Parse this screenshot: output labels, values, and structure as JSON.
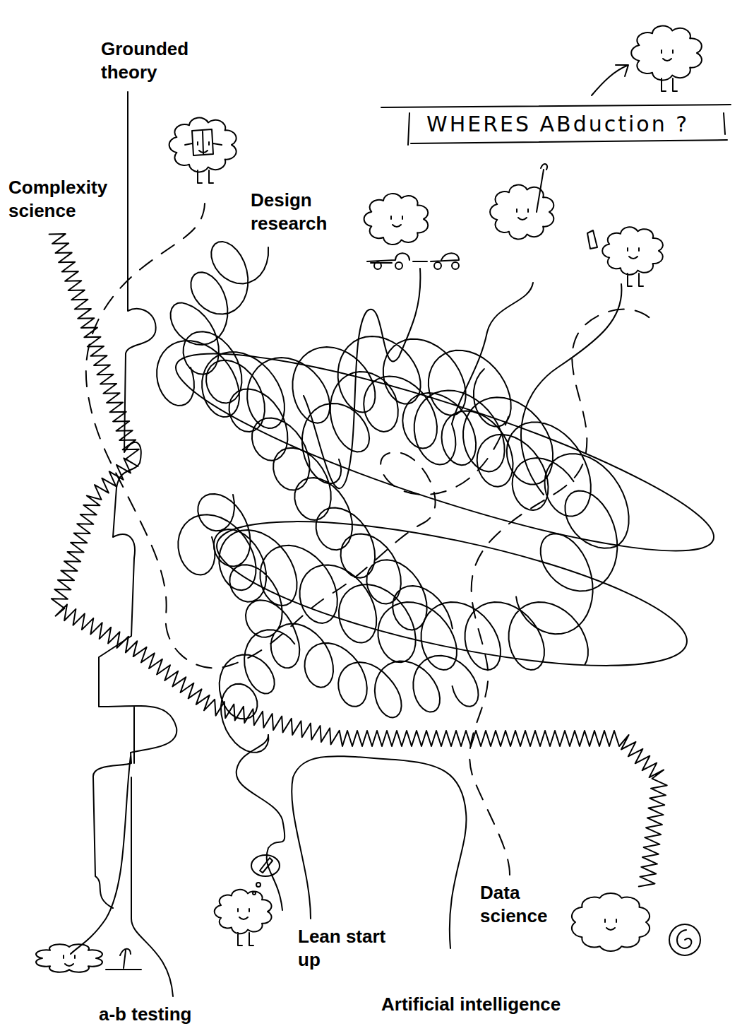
{
  "diagram": {
    "title": "WHERES ABduction ?",
    "labels": [
      "Grounded theory",
      "Complexity science",
      "Design research",
      "a-b testing",
      "Lean start up",
      "Data science",
      "Artificial intelligence"
    ]
  }
}
